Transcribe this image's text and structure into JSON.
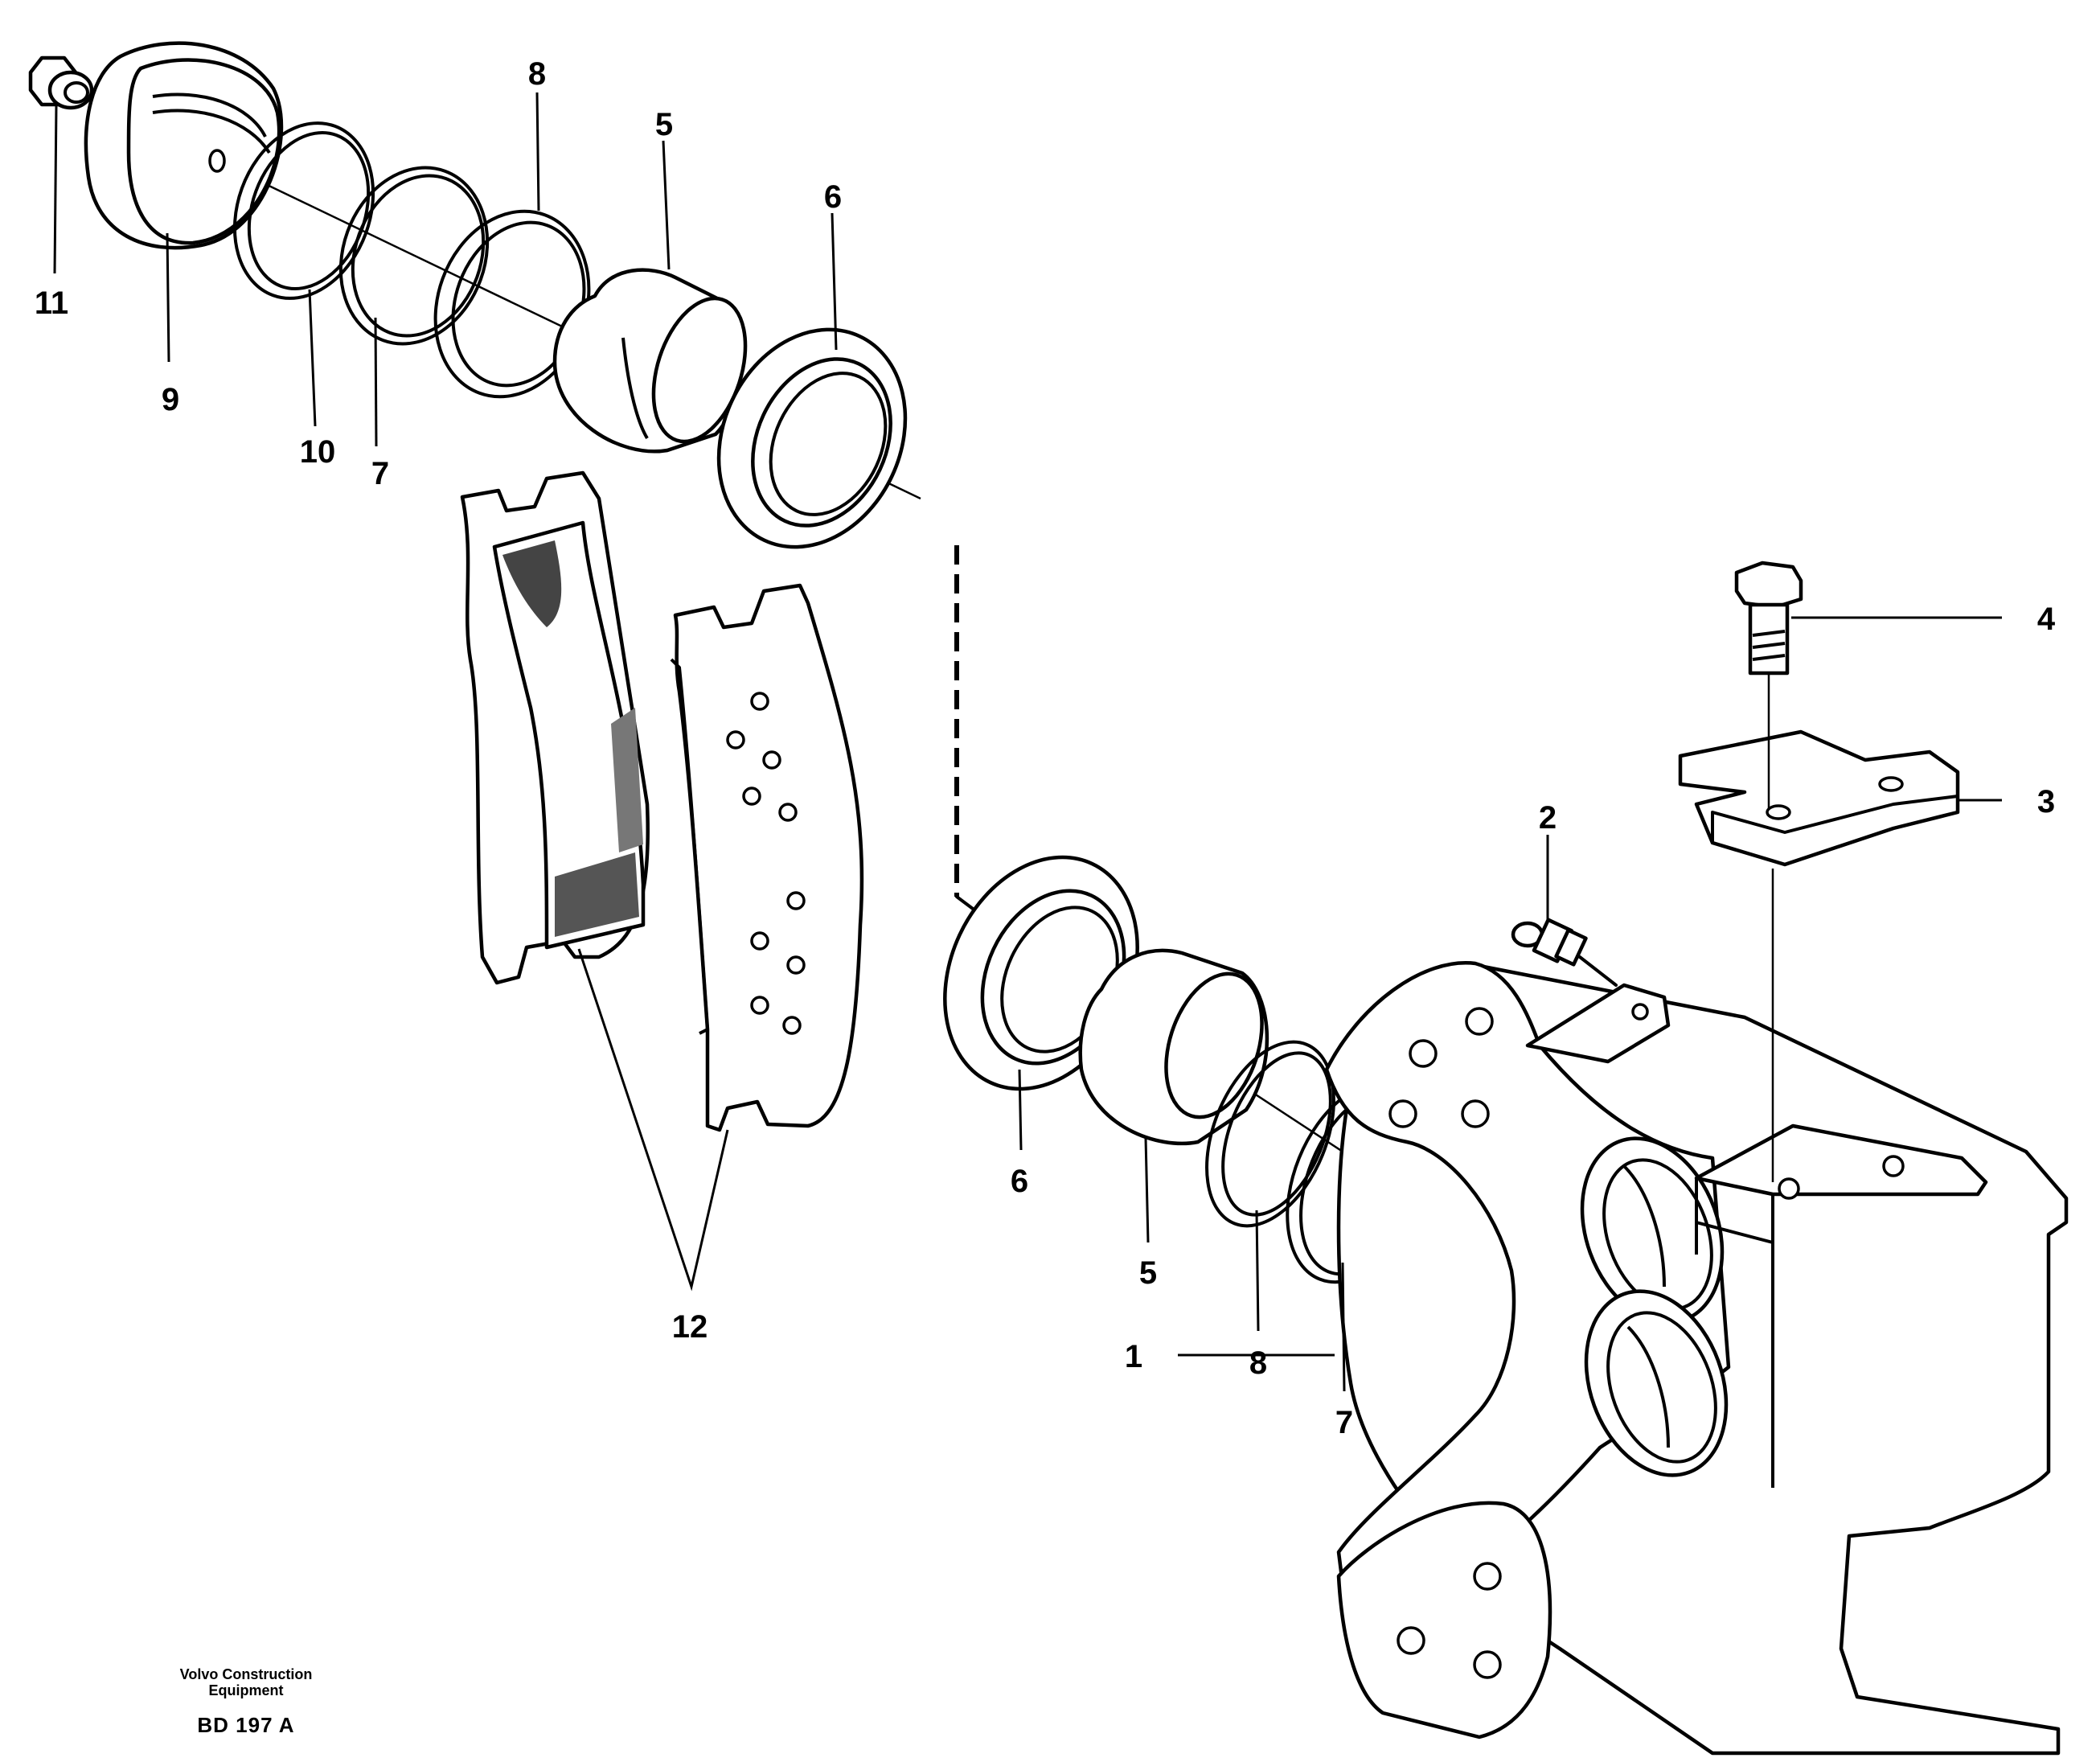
{
  "callouts": {
    "c11": "11",
    "c9": "9",
    "c10": "10",
    "c7a": "7",
    "c8a": "8",
    "c5a": "5",
    "c6a": "6",
    "c4": "4",
    "c3": "3",
    "c2": "2",
    "c6b": "6",
    "c5b": "5",
    "c8b": "8",
    "c7b": "7",
    "c12": "12",
    "c1": "1"
  },
  "footer": {
    "maker_line1": "Volvo Construction",
    "maker_line2": "Equipment",
    "drawing_code": "BD 197 A"
  }
}
